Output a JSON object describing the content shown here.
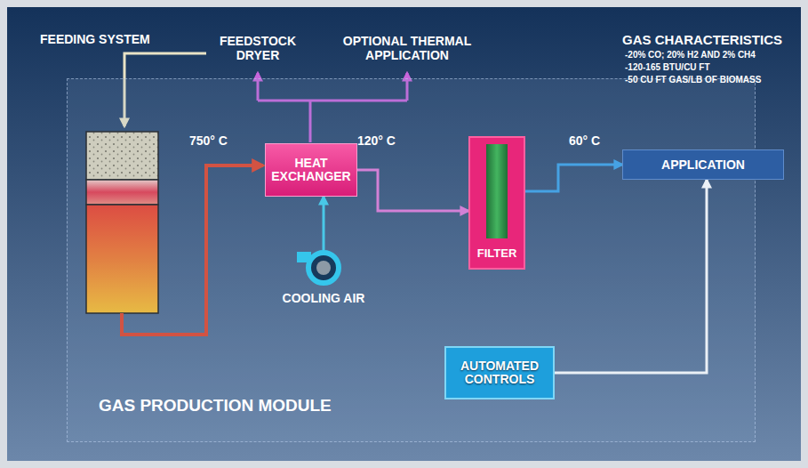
{
  "diagram": {
    "nodes": [
      {
        "text": [
          "GAS PRODUCTION MODULE"
        ]
      },
      {
        "text": [
          "HEAT EXCHANGER"
        ],
        "in": 0
      },
      {
        "text": [
          "COOLING AIR"
        ],
        "in": 0
      },
      {
        "text": [
          "FILTER"
        ],
        "in": 0
      },
      {
        "text": [
          "APPLICATION"
        ]
      },
      {
        "text": [
          "AUTOMATED CONTROLS"
        ],
        "in": 0
      }
    ],
    "edges": [
      {
        "from": 1,
        "to": 3,
        "arrow": "to"
      },
      {
        "from": 3,
        "to": 4,
        "arrow": "to"
      },
      {
        "from": 2,
        "to": 1,
        "arrow": "to"
      },
      {
        "from": 5,
        "to": 4,
        "arrow": "to"
      }
    ],
    "labels": [
      "FEEDING SYSTEM",
      "FEEDSTOCK DRYER",
      "OPTIONAL THERMAL APPLICATION",
      "GAS CHARACTERISTICS",
      "-20% CO; 20% H2 AND 2% CH4",
      "-120-165 BTU/CU FT",
      "-50 CU FT GAS/LB OF BIOMASS",
      "750° C",
      "120° C",
      "60° C"
    ]
  }
}
